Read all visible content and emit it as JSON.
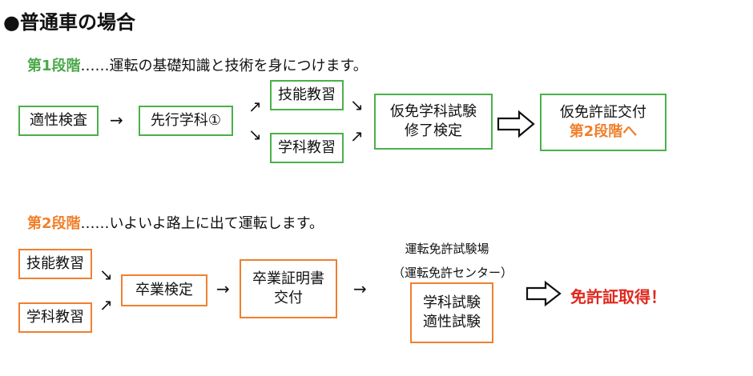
{
  "title": "●普通車の場合",
  "stage1": {
    "heading": "第1段階",
    "description": "……運転の基礎知識と技術を身につけます。",
    "boxes": {
      "aptitude": "適性検査",
      "prelearn": "先行学科①",
      "skill": "技能教習",
      "theory": "学科教習",
      "exam_line1": "仮免学科試験",
      "exam_line2": "修了検定",
      "license_line1": "仮免許証交付",
      "license_line2": "第2段階へ"
    }
  },
  "stage2": {
    "heading": "第2段階",
    "description": "……いよいよ路上に出て運転します。",
    "boxes": {
      "skill": "技能教習",
      "theory": "学科教習",
      "graduation_check": "卒業検定",
      "cert_line1": "卒業証明書",
      "cert_line2": "交付",
      "center_line1": "運転免許試験場",
      "center_line2": "（運転免許センター）",
      "exam_line1": "学科試験",
      "exam_line2": "適性試験",
      "final": "免許証取得！"
    }
  },
  "arrows": {
    "right": "→",
    "up_right": "↗",
    "down_right": "↘"
  },
  "colors": {
    "green": "#4bb04b",
    "orange": "#ef8030",
    "red": "#e0281e"
  }
}
